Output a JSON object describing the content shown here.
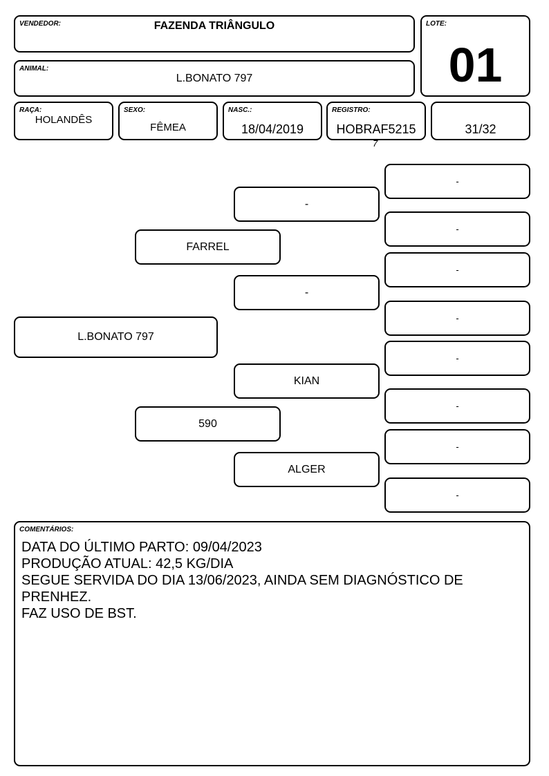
{
  "header": {
    "vendedor": {
      "label": "VENDEDOR:",
      "value": "FAZENDA TRIÂNGULO"
    },
    "lote": {
      "label": "LOTE:",
      "value": "01"
    },
    "animal": {
      "label": "ANIMAL:",
      "value": "L.BONATO 797"
    }
  },
  "info": {
    "raca": {
      "label": "RAÇA:",
      "value": "HOLANDÊS"
    },
    "sexo": {
      "label": "SEXO:",
      "value": "FÊMEA"
    },
    "nasc": {
      "label": "NASC.:",
      "value": "18/04/2019"
    },
    "registro": {
      "label": "REGISTRO:",
      "value": "HOBRAF5215",
      "overflow": "7"
    },
    "grau": {
      "value": "31/32"
    }
  },
  "pedigree": {
    "animal": "L.BONATO 797",
    "sire": "FARREL",
    "dam": "590",
    "sire_sire": "-",
    "sire_dam": "-",
    "dam_sire": "KIAN",
    "dam_dam": "ALGER",
    "gen3": [
      "-",
      "-",
      "-",
      "-",
      "-",
      "-",
      "-",
      "-"
    ]
  },
  "comments": {
    "label": "COMENTÁRIOS:",
    "lines": [
      "DATA DO ÚLTIMO PARTO: 09/04/2023",
      "PRODUÇÃO ATUAL: 42,5 KG/DIA",
      "SEGUE SERVIDA DO DIA 13/06/2023, AINDA SEM DIAGNÓSTICO DE PRENHEZ.",
      "FAZ USO DE BST."
    ]
  }
}
